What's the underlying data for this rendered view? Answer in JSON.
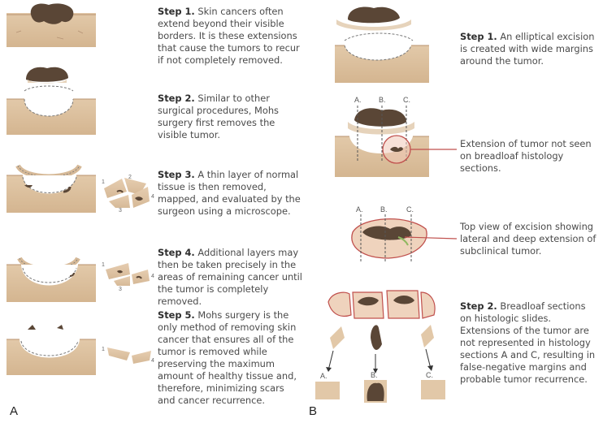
{
  "panelA": {
    "label": "A",
    "steps": [
      {
        "title": "Step 1.",
        "text": "Skin cancers often extend beyond their visible borders. It is these extensions that cause the tumors to recur if not completely removed."
      },
      {
        "title": "Step 2.",
        "text": "Similar to other surgical procedures, Mohs surgery first removes the visible tumor."
      },
      {
        "title": "Step 3.",
        "text": "A thin layer of normal tissue is then removed, mapped, and evaluated by the surgeon using a microscope."
      },
      {
        "title": "Step 4.",
        "text": "Additional layers may then be taken precisely in the areas of remaining cancer until the tumor is completely removed."
      },
      {
        "title": "Step 5.",
        "text": "Mohs surgery is the only method of removing skin cancer that ensures all of the tumor is removed while preserving the maximum amount of healthy tissue and, therefore, minimizing scars and cancer recurrence."
      }
    ],
    "piece_numbers": [
      "1",
      "2",
      "3",
      "4"
    ]
  },
  "panelB": {
    "label": "B",
    "step1": {
      "title": "Step 1.",
      "text": "An elliptical excision is created with wide margins around the tumor."
    },
    "extension_note": "Extension of tumor not seen on breadloaf histology sections.",
    "top_view_note": "Top view of excision showing lateral and deep extension of subclinical tumor.",
    "step2": {
      "title": "Step 2.",
      "text": "Breadloaf sections on histologic slides. Extensions of the tumor are not represented in histology sections A and C, resulting in false-negative margins and probable tumor recurrence."
    },
    "section_labels": [
      "A.",
      "B.",
      "C."
    ]
  },
  "colors": {
    "skin": "#d9bfa0",
    "skin_top": "#c9a886",
    "tumor": "#5a4636",
    "accent": "#c0504d"
  }
}
